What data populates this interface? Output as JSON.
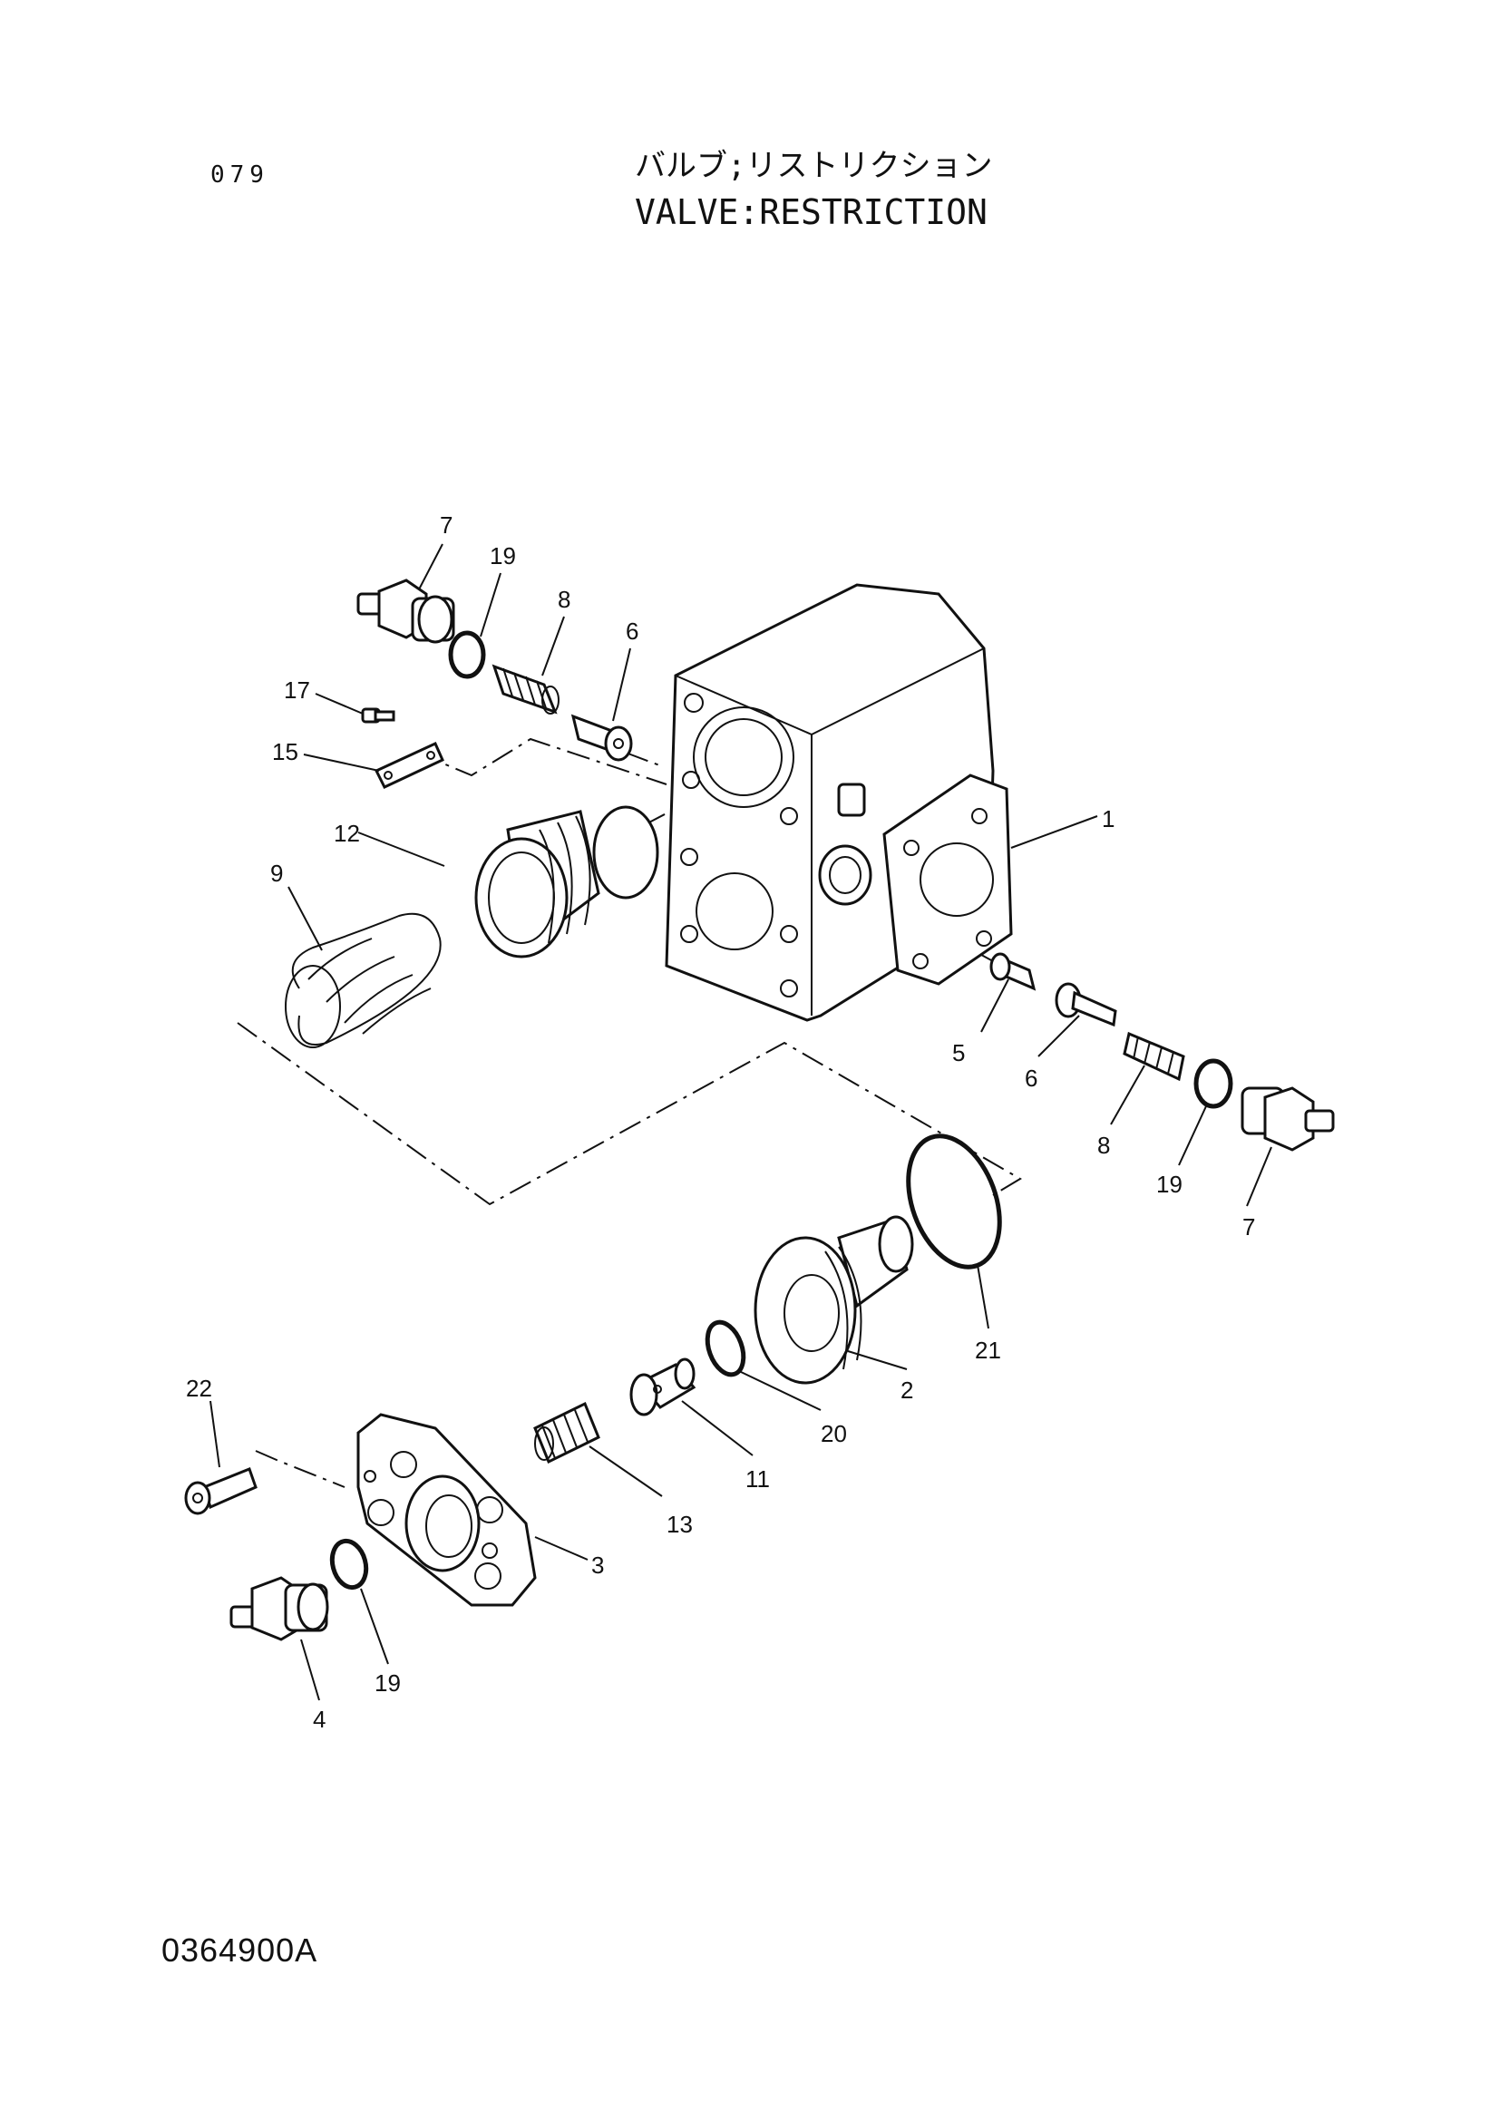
{
  "header": {
    "page_number": "079",
    "title_jp": "バルブ;リストリクション",
    "title_en": "VALVE:RESTRICTION"
  },
  "footer": {
    "drawing_code": "0364900A"
  },
  "callouts": [
    {
      "id": "c7a",
      "label": "7"
    },
    {
      "id": "c19a",
      "label": "19"
    },
    {
      "id": "c8a",
      "label": "8"
    },
    {
      "id": "c6a",
      "label": "6"
    },
    {
      "id": "c17",
      "label": "17"
    },
    {
      "id": "c15",
      "label": "15"
    },
    {
      "id": "c12",
      "label": "12"
    },
    {
      "id": "c9",
      "label": "9"
    },
    {
      "id": "c1",
      "label": "1"
    },
    {
      "id": "c5",
      "label": "5"
    },
    {
      "id": "c6b",
      "label": "6"
    },
    {
      "id": "c8b",
      "label": "8"
    },
    {
      "id": "c19b",
      "label": "19"
    },
    {
      "id": "c7b",
      "label": "7"
    },
    {
      "id": "c21",
      "label": "21"
    },
    {
      "id": "c2",
      "label": "2"
    },
    {
      "id": "c20",
      "label": "20"
    },
    {
      "id": "c11",
      "label": "11"
    },
    {
      "id": "c22",
      "label": "22"
    },
    {
      "id": "c13",
      "label": "13"
    },
    {
      "id": "c3",
      "label": "3"
    },
    {
      "id": "c19c",
      "label": "19"
    },
    {
      "id": "c4",
      "label": "4"
    }
  ]
}
